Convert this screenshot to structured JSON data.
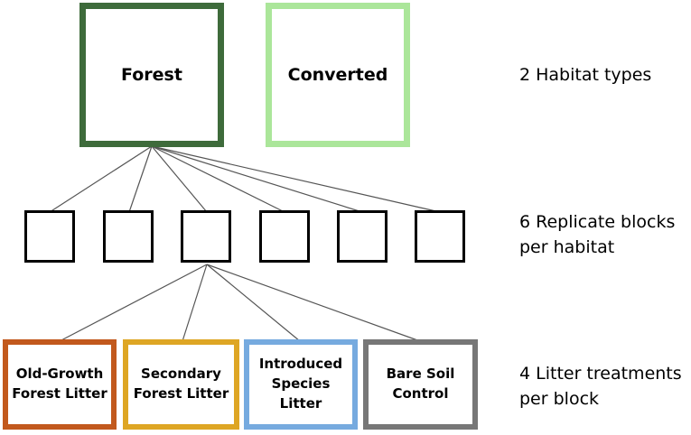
{
  "habitats": [
    {
      "label": "Forest",
      "border": "#3e6b3b"
    },
    {
      "label": "Converted",
      "border": "#abe69a"
    }
  ],
  "blocks_count": 6,
  "treatments": [
    {
      "line1": "Old-Growth",
      "line2": "Forest Litter",
      "line3": "",
      "border": "#c2591d"
    },
    {
      "line1": "Secondary",
      "line2": "Forest Litter",
      "line3": "",
      "border": "#dea624"
    },
    {
      "line1": "Introduced",
      "line2": "Species",
      "line3": "Litter",
      "border": "#76aadf"
    },
    {
      "line1": "Bare Soil",
      "line2": "Control",
      "line3": "",
      "border": "#777777"
    }
  ],
  "row_labels": {
    "habitat": {
      "line1": "2 Habitat types",
      "line2": ""
    },
    "blocks": {
      "line1": "6 Replicate blocks",
      "line2": "per habitat"
    },
    "treatments": {
      "line1": "4 Litter treatments",
      "line2": "per block"
    }
  },
  "connector_color": "#555555"
}
